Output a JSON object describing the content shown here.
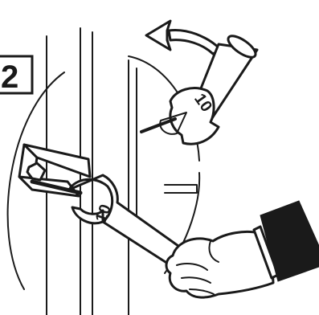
{
  "step": {
    "number": "2"
  },
  "upper_wrench": {
    "size_label": "10"
  },
  "lower_wrench": {
    "size_label": "10"
  },
  "colors": {
    "ink": "#1a1a1a",
    "paper": "#ffffff",
    "sleeve": "#1a1a1a"
  },
  "icons": {
    "rotation": "curved-arrow-counterclockwise-icon"
  }
}
